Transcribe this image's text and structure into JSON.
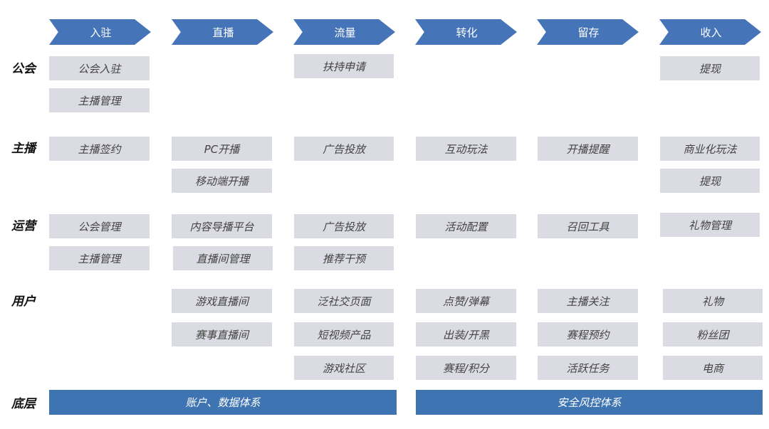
{
  "stages": [
    "入驻",
    "直播",
    "流量",
    "转化",
    "留存",
    "收入"
  ],
  "rows": {
    "guild": "公会",
    "anchor": "主播",
    "ops": "运营",
    "user": "用户",
    "base": "底层"
  },
  "cells": {
    "guild": {
      "c1a": "公会入驻",
      "c1b": "主播管理",
      "c3a": "扶持申请",
      "c6a": "提现"
    },
    "anchor": {
      "c1a": "主播签约",
      "c2a": "PC开播",
      "c2b": "移动端开播",
      "c3a": "广告投放",
      "c4a": "互动玩法",
      "c5a": "开播提醒",
      "c6a": "商业化玩法",
      "c6b": "提现"
    },
    "ops": {
      "c1a": "公会管理",
      "c1b": "主播管理",
      "c2a": "内容导播平台",
      "c2b": "直播间管理",
      "c3a": "广告投放",
      "c3b": "推荐干预",
      "c4a": "活动配置",
      "c5a": "召回工具",
      "c6a": "礼物管理"
    },
    "user": {
      "c2a": "游戏直播间",
      "c2b": "赛事直播间",
      "c3a": "泛社交页面",
      "c3b": "短视频产品",
      "c3c": "游戏社区",
      "c4a": "点赞/弹幕",
      "c4b": "出装/开黑",
      "c4c": "赛程/积分",
      "c5a": "主播关注",
      "c5b": "赛程预约",
      "c5c": "活跃任务",
      "c6a": "礼物",
      "c6b": "粉丝团",
      "c6c": "电商"
    }
  },
  "base": {
    "left": "账户、数据体系",
    "right": "安全风控体系"
  },
  "colors": {
    "arrow": "#4674b8",
    "cell": "#dadbe3",
    "base_bar": "#3f74b2"
  }
}
